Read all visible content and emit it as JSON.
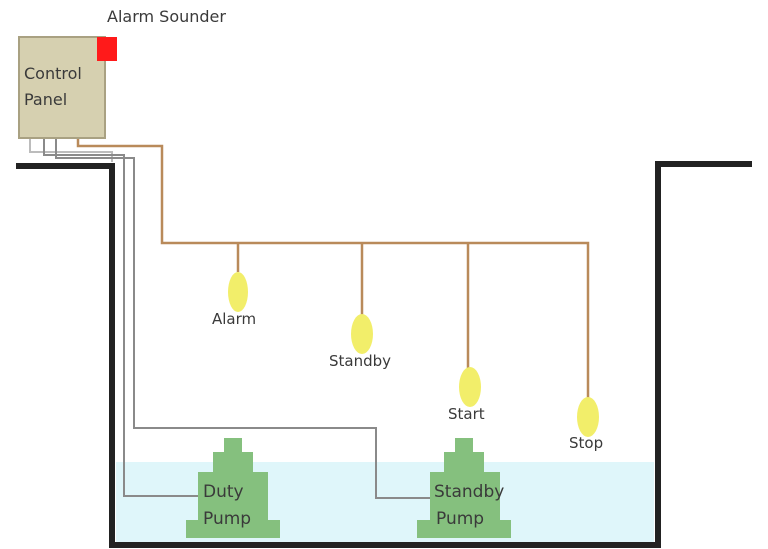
{
  "diagram": {
    "alarm_sounder_label": "Alarm Sounder",
    "control_panel": {
      "line1": "Control",
      "line2": "Panel"
    },
    "floats": {
      "alarm": "Alarm",
      "standby": "Standby",
      "start": "Start",
      "stop": "Stop"
    },
    "pumps": {
      "duty": {
        "line1": "Duty",
        "line2": "Pump"
      },
      "standby": {
        "line1": "Standby",
        "line2": "Pump"
      }
    },
    "colors": {
      "control_panel_fill": "#d6d0b0",
      "control_panel_border": "#a9a182",
      "alarm_sounder": "#ff1a1a",
      "float_switch": "#f2ee6a",
      "float_cable": "#b98a5a",
      "pump_cable": "#8a8a8a",
      "pump": "#85c07e",
      "water": "#dff6fa",
      "wet_well_wall": "#222222"
    }
  }
}
